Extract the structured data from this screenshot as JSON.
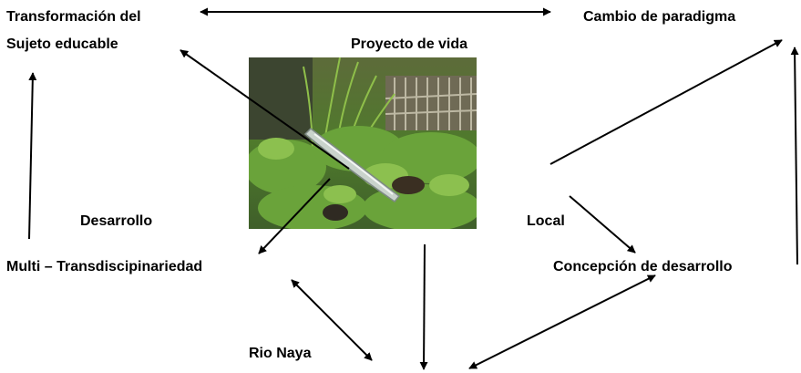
{
  "labels": {
    "transformacion_line1": "Transformación del",
    "transformacion_line2": "Sujeto educable",
    "proyecto": "Proyecto de vida",
    "cambio": "Cambio de paradigma",
    "desarrollo": "Desarrollo",
    "local": "Local",
    "multi": "Multi – Transdiscipinariedad",
    "concepcion": "Concepción de desarrollo",
    "rio": "Rio Naya"
  },
  "colors": {
    "text": "#000000",
    "arrow": "#000000"
  }
}
